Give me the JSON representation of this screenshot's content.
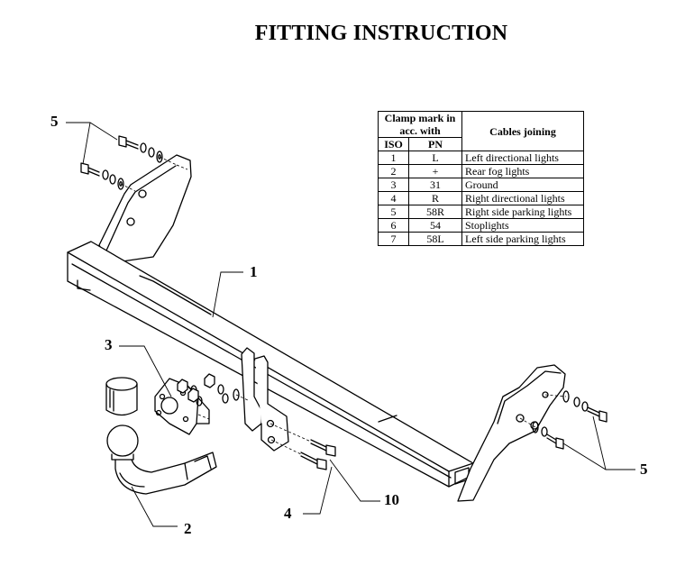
{
  "title": "FITTING INSTRUCTION",
  "table": {
    "header_clamp": "Clamp mark in acc. with",
    "header_cables": "Cables joining",
    "header_iso": "ISO",
    "header_pn": "PN",
    "rows": [
      {
        "iso": "1",
        "pn": "L",
        "desc": "Left directional lights"
      },
      {
        "iso": "2",
        "pn": "+",
        "desc": "Rear fog lights"
      },
      {
        "iso": "3",
        "pn": "31",
        "desc": "Ground"
      },
      {
        "iso": "4",
        "pn": "R",
        "desc": "Right directional lights"
      },
      {
        "iso": "5",
        "pn": "58R",
        "desc": "Right side parking lights"
      },
      {
        "iso": "6",
        "pn": "54",
        "desc": "Stoplights"
      },
      {
        "iso": "7",
        "pn": "58L",
        "desc": "Left side parking lights"
      }
    ]
  },
  "callouts": {
    "bolt_left": "5",
    "crossbar": "1",
    "ball_cap": "3",
    "bolts_bottom": "4",
    "nut_washer": "10",
    "ball_arm": "2",
    "bolt_right": "5"
  }
}
